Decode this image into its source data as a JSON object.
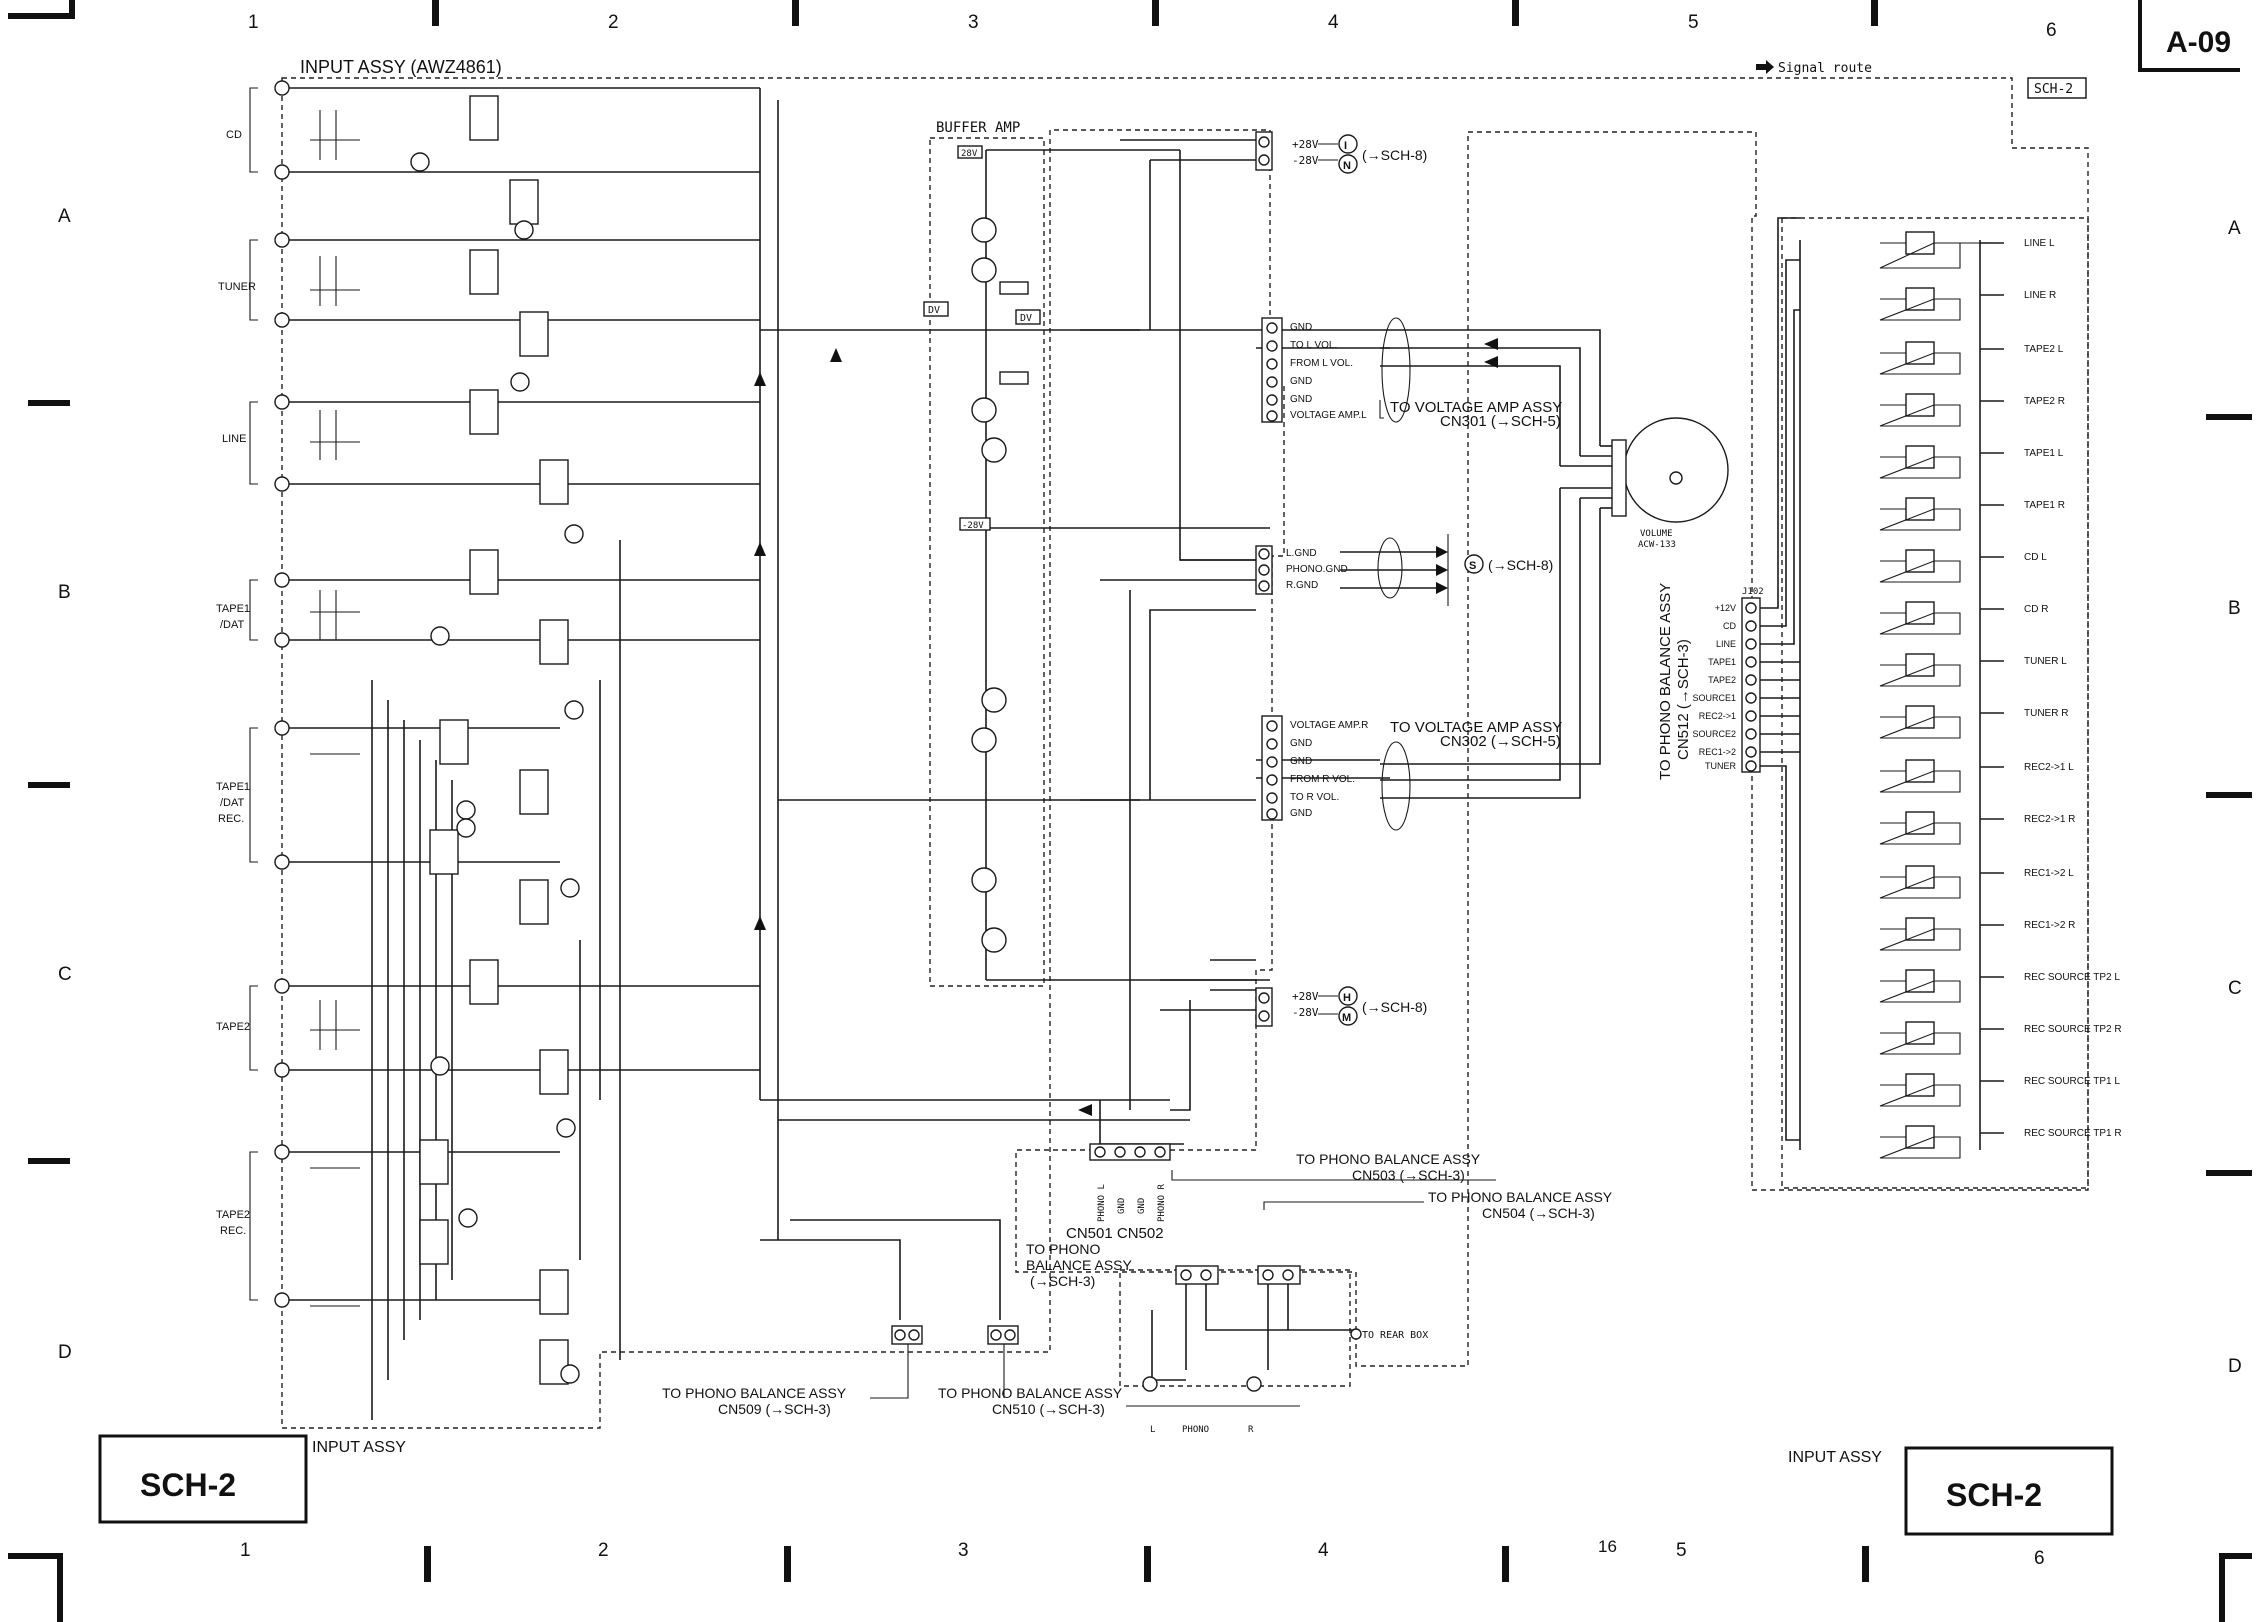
{
  "page": {
    "sheet_id": "A-09",
    "page_number": "16",
    "signal_route": "Signal route",
    "sch_tag": "SCH-2",
    "columns": [
      "1",
      "2",
      "3",
      "4",
      "5",
      "6"
    ],
    "rows": [
      "A",
      "B",
      "C",
      "D"
    ]
  },
  "assembly": {
    "title": "INPUT ASSY (AWZ4861)",
    "footer_left": "INPUT ASSY",
    "footer_right": "INPUT ASSY",
    "badge_left": "SCH-2",
    "badge_right": "SCH-2"
  },
  "inputs": [
    "CD",
    "TUNER",
    "LINE",
    "TAPE1\n/DAT",
    "TAPE1\n/DAT\nREC.",
    "TAPE2",
    "TAPE2\nREC."
  ],
  "buffer_amp": {
    "title": "BUFFER AMP",
    "rail_pos": "28V",
    "rail_neg": "-28V",
    "dv1": "DV",
    "dv2": "DV"
  },
  "connectors": {
    "power_top": {
      "pins": [
        "+28V",
        "-28V"
      ],
      "marks": [
        "I",
        "N"
      ],
      "ref": "(→SCH-8)"
    },
    "cn111": {
      "pins": [
        "GND",
        "TO L VOL.",
        "FROM L VOL.",
        "GND",
        "GND",
        "VOLTAGE AMP.L"
      ],
      "target": "TO VOLTAGE AMP ASSY",
      "target_cn": "CN301 (→SCH-5)"
    },
    "s_conn": {
      "pins": [
        "L.GND",
        "PHONO.GND",
        "R.GND"
      ],
      "mark": "S",
      "ref": "(→SCH-8)"
    },
    "cn112": {
      "pins": [
        "VOLTAGE AMP.R",
        "GND",
        "GND",
        "FROM R VOL.",
        "TO R VOL.",
        "GND"
      ],
      "target": "TO VOLTAGE AMP ASSY",
      "target_cn": "CN302 (→SCH-5)"
    },
    "power_bottom": {
      "pins": [
        "+28V",
        "-28V"
      ],
      "marks": [
        "H",
        "M"
      ],
      "ref": "(→SCH-8)"
    },
    "volume": {
      "label": "VOLUME",
      "part": "ACW-133"
    },
    "j102": {
      "name": "J102",
      "pins": [
        "+12V",
        "CD",
        "LINE",
        "TAPE1",
        "TAPE2",
        "SOURCE1",
        "REC2->1",
        "SOURCE2",
        "REC1->2",
        "TUNER"
      ],
      "target": "TO PHONO BALANCE ASSY",
      "target_cn": "CN512 (→SCH-3)"
    },
    "cn115": {
      "pins": [
        "PHONO L",
        "GND",
        "GND",
        "PHONO R"
      ]
    },
    "cn501_502": "CN501 CN502",
    "to_phono_sch3": "TO PHONO\nBALANCE ASSY\n(→SCH-3)",
    "cn503": {
      "target": "TO PHONO BALANCE ASSY",
      "cn": "CN503 (→SCH-3)"
    },
    "cn504": {
      "target": "TO PHONO BALANCE ASSY",
      "cn": "CN504 (→SCH-3)"
    },
    "cn509": {
      "target": "TO PHONO BALANCE ASSY",
      "cn": "CN509 (→SCH-3)"
    },
    "cn510": {
      "target": "TO PHONO BALANCE ASSY",
      "cn": "CN510 (→SCH-3)"
    },
    "rear_box": "TO REAR BOX",
    "phono_jack": {
      "left": "L",
      "center": "PHONO",
      "right": "R"
    }
  },
  "relays": [
    "LINE L",
    "LINE R",
    "TAPE2 L",
    "TAPE2 R",
    "TAPE1 L",
    "TAPE1 R",
    "CD L",
    "CD R",
    "TUNER L",
    "TUNER R",
    "REC2->1 L",
    "REC2->1 R",
    "REC1->2 L",
    "REC1->2 R",
    "REC SOURCE TP2 L",
    "REC SOURCE TP2 R",
    "REC SOURCE TP1 L",
    "REC SOURCE TP1 R"
  ]
}
